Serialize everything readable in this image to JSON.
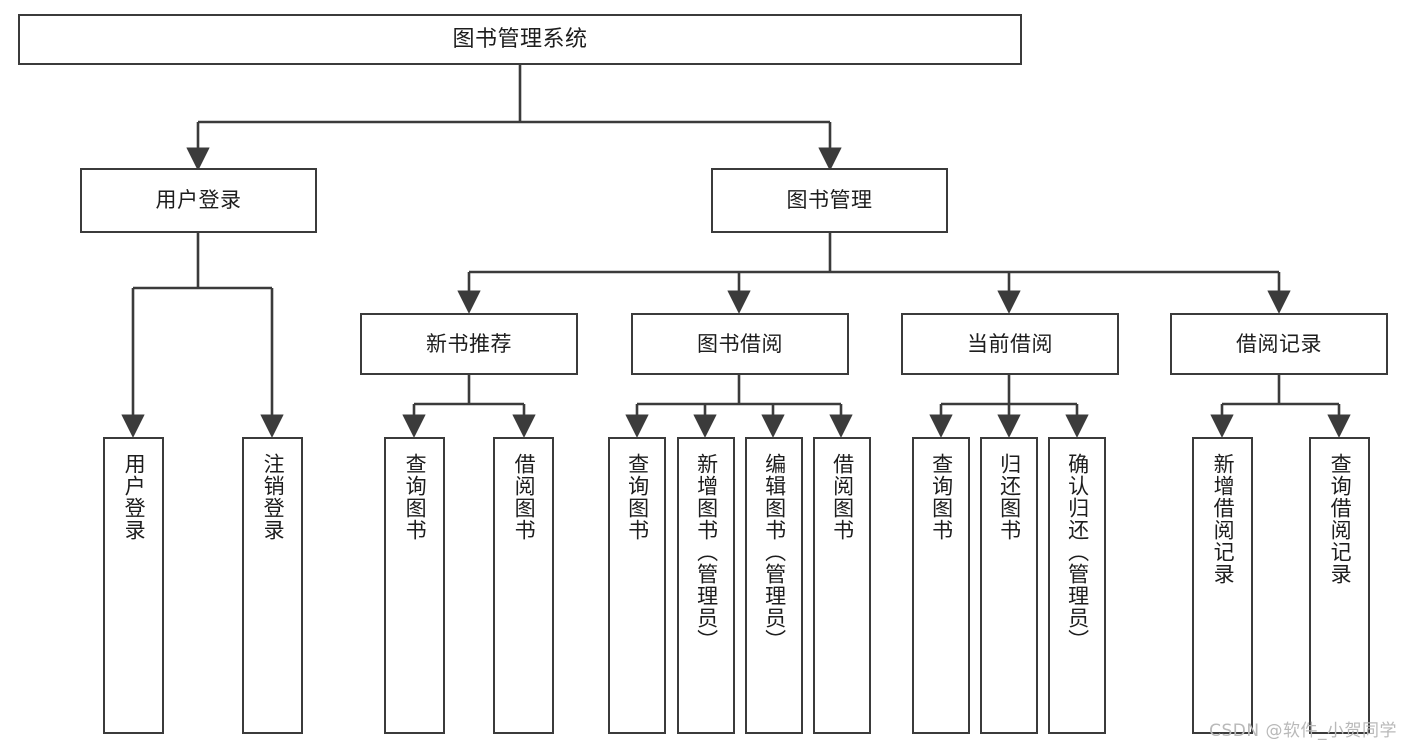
{
  "diagram": {
    "title": "图书管理系统",
    "type": "tree",
    "levels": 4,
    "root": {
      "label": "图书管理系统"
    },
    "level2": [
      {
        "label": "用户登录"
      },
      {
        "label": "图书管理"
      }
    ],
    "level3": [
      {
        "label": "新书推荐"
      },
      {
        "label": "图书借阅"
      },
      {
        "label": "当前借阅"
      },
      {
        "label": "借阅记录"
      }
    ],
    "leaves": {
      "user_login": [
        {
          "label": "用户登录"
        },
        {
          "label": "注销登录"
        }
      ],
      "new_book_recommend": [
        {
          "label": "查询图书"
        },
        {
          "label": "借阅图书"
        }
      ],
      "book_borrow": [
        {
          "label": "查询图书"
        },
        {
          "label": "新增图书（管理员）"
        },
        {
          "label": "编辑图书（管理员）"
        },
        {
          "label": "借阅图书"
        }
      ],
      "current_borrow": [
        {
          "label": "查询图书"
        },
        {
          "label": "归还图书"
        },
        {
          "label": "确认归还（管理员）"
        }
      ],
      "borrow_record": [
        {
          "label": "新增借阅记录"
        },
        {
          "label": "查询借阅记录"
        }
      ]
    },
    "colors": {
      "box_border": "#3b3b3b",
      "box_fill": "#ffffff",
      "text": "#1d1d1d",
      "connector": "#3b3b3b",
      "watermark": "#b9b9b9"
    }
  },
  "watermark": {
    "text": "CSDN @软件_小贺同学"
  }
}
